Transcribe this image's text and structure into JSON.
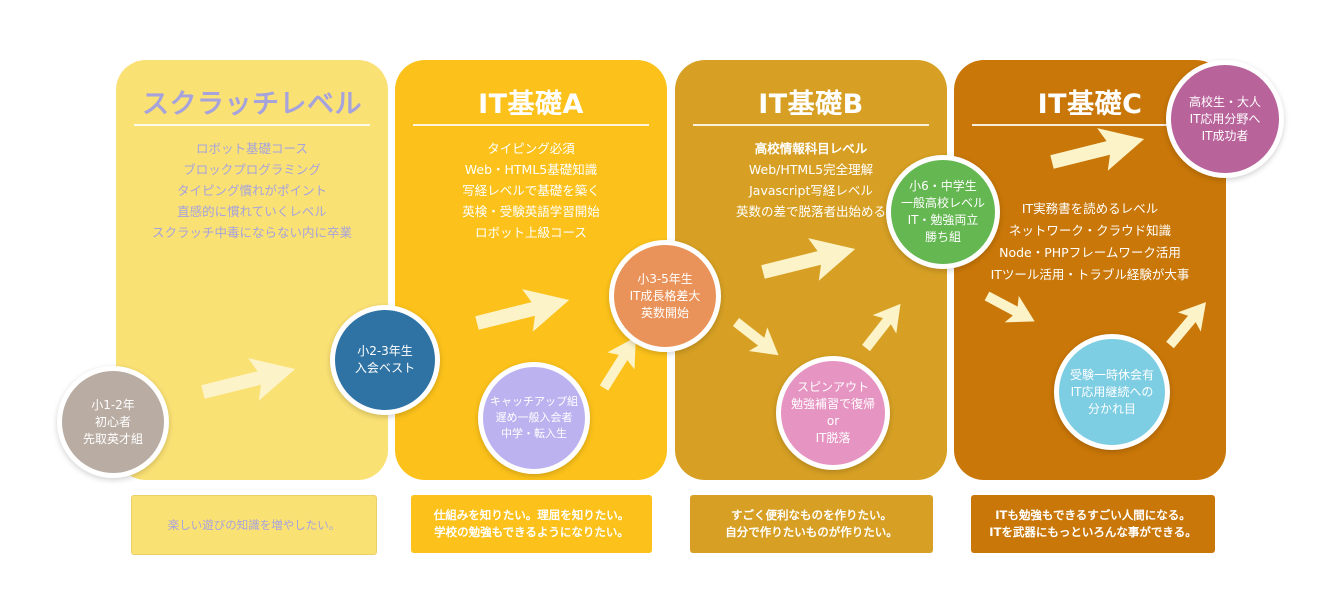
{
  "panels": [
    {
      "title": "スクラッチレベル",
      "lines": [
        "ロボット基礎コース",
        "ブロックプログラミング",
        "タイピング慣れがポイント",
        "直感的に慣れていくレベル",
        "スクラッチ中毒にならない内に卒業"
      ],
      "color": "#fae174"
    },
    {
      "title": "IT基礎A",
      "lines": [
        "タイピング必須",
        "Web・HTML5基礎知識",
        "写経レベルで基礎を築く",
        "英検・受験英語学習開始",
        "ロボット上級コース"
      ],
      "color": "#fcc21b"
    },
    {
      "title": "IT基礎B",
      "lines": [
        "高校情報科目レベル",
        "Web/HTML5完全理解",
        "Javascript写経レベル",
        "英数の差で脱落者出始める"
      ],
      "color": "#d7a024"
    },
    {
      "title": "IT基礎C",
      "lines": [
        "IT実務書を読めるレベル",
        "ネットワーク・クラウド知識",
        "Node・PHPフレームワーク活用",
        "ITツール活用・トラブル経験が大事"
      ],
      "color": "#c97708"
    }
  ],
  "circles": {
    "c1": {
      "lines": [
        "小1-2年",
        "初心者",
        "先取英才組"
      ],
      "color": "#b9aca3"
    },
    "c2": {
      "lines": [
        "小2-3年生",
        "入会ベスト"
      ],
      "color": "#2f73a4"
    },
    "c3": {
      "lines": [
        "キャッチアップ組",
        "遅め一般入会者",
        "中学・転入生"
      ],
      "color": "#bdb2f0"
    },
    "c4": {
      "lines": [
        "小3-5年生",
        "IT成長格差大",
        "英数開始"
      ],
      "color": "#e9935a"
    },
    "c5": {
      "lines": [
        "スピンアウト",
        "勉強補習で復帰",
        "or",
        "IT脱落"
      ],
      "color": "#e694c2"
    },
    "c6": {
      "lines": [
        "小6・中学生",
        "一般高校レベル",
        "IT・勉強両立",
        "勝ち組"
      ],
      "color": "#64b751"
    },
    "c7": {
      "lines": [
        "受験一時休会有",
        "IT応用継続への",
        "分かれ目"
      ],
      "color": "#7dcde3"
    },
    "c8": {
      "lines": [
        "高校生・大人",
        "IT応用分野へ",
        "IT成功者"
      ],
      "color": "#b9639b"
    }
  },
  "notes": [
    {
      "lines": [
        "楽しい遊びの知識を増やしたい。"
      ]
    },
    {
      "lines": [
        "仕組みを知りたい。理屈を知りたい。",
        "学校の勉強もできるようになりたい。"
      ]
    },
    {
      "lines": [
        "すごく便利なものを作りたい。",
        "自分で作りたいものが作りたい。"
      ]
    },
    {
      "lines": [
        "ITも勉強もできるすごい人間になる。",
        "ITを武器にもっといろんな事ができる。"
      ]
    }
  ],
  "arrow_color": "#fdf3c9"
}
